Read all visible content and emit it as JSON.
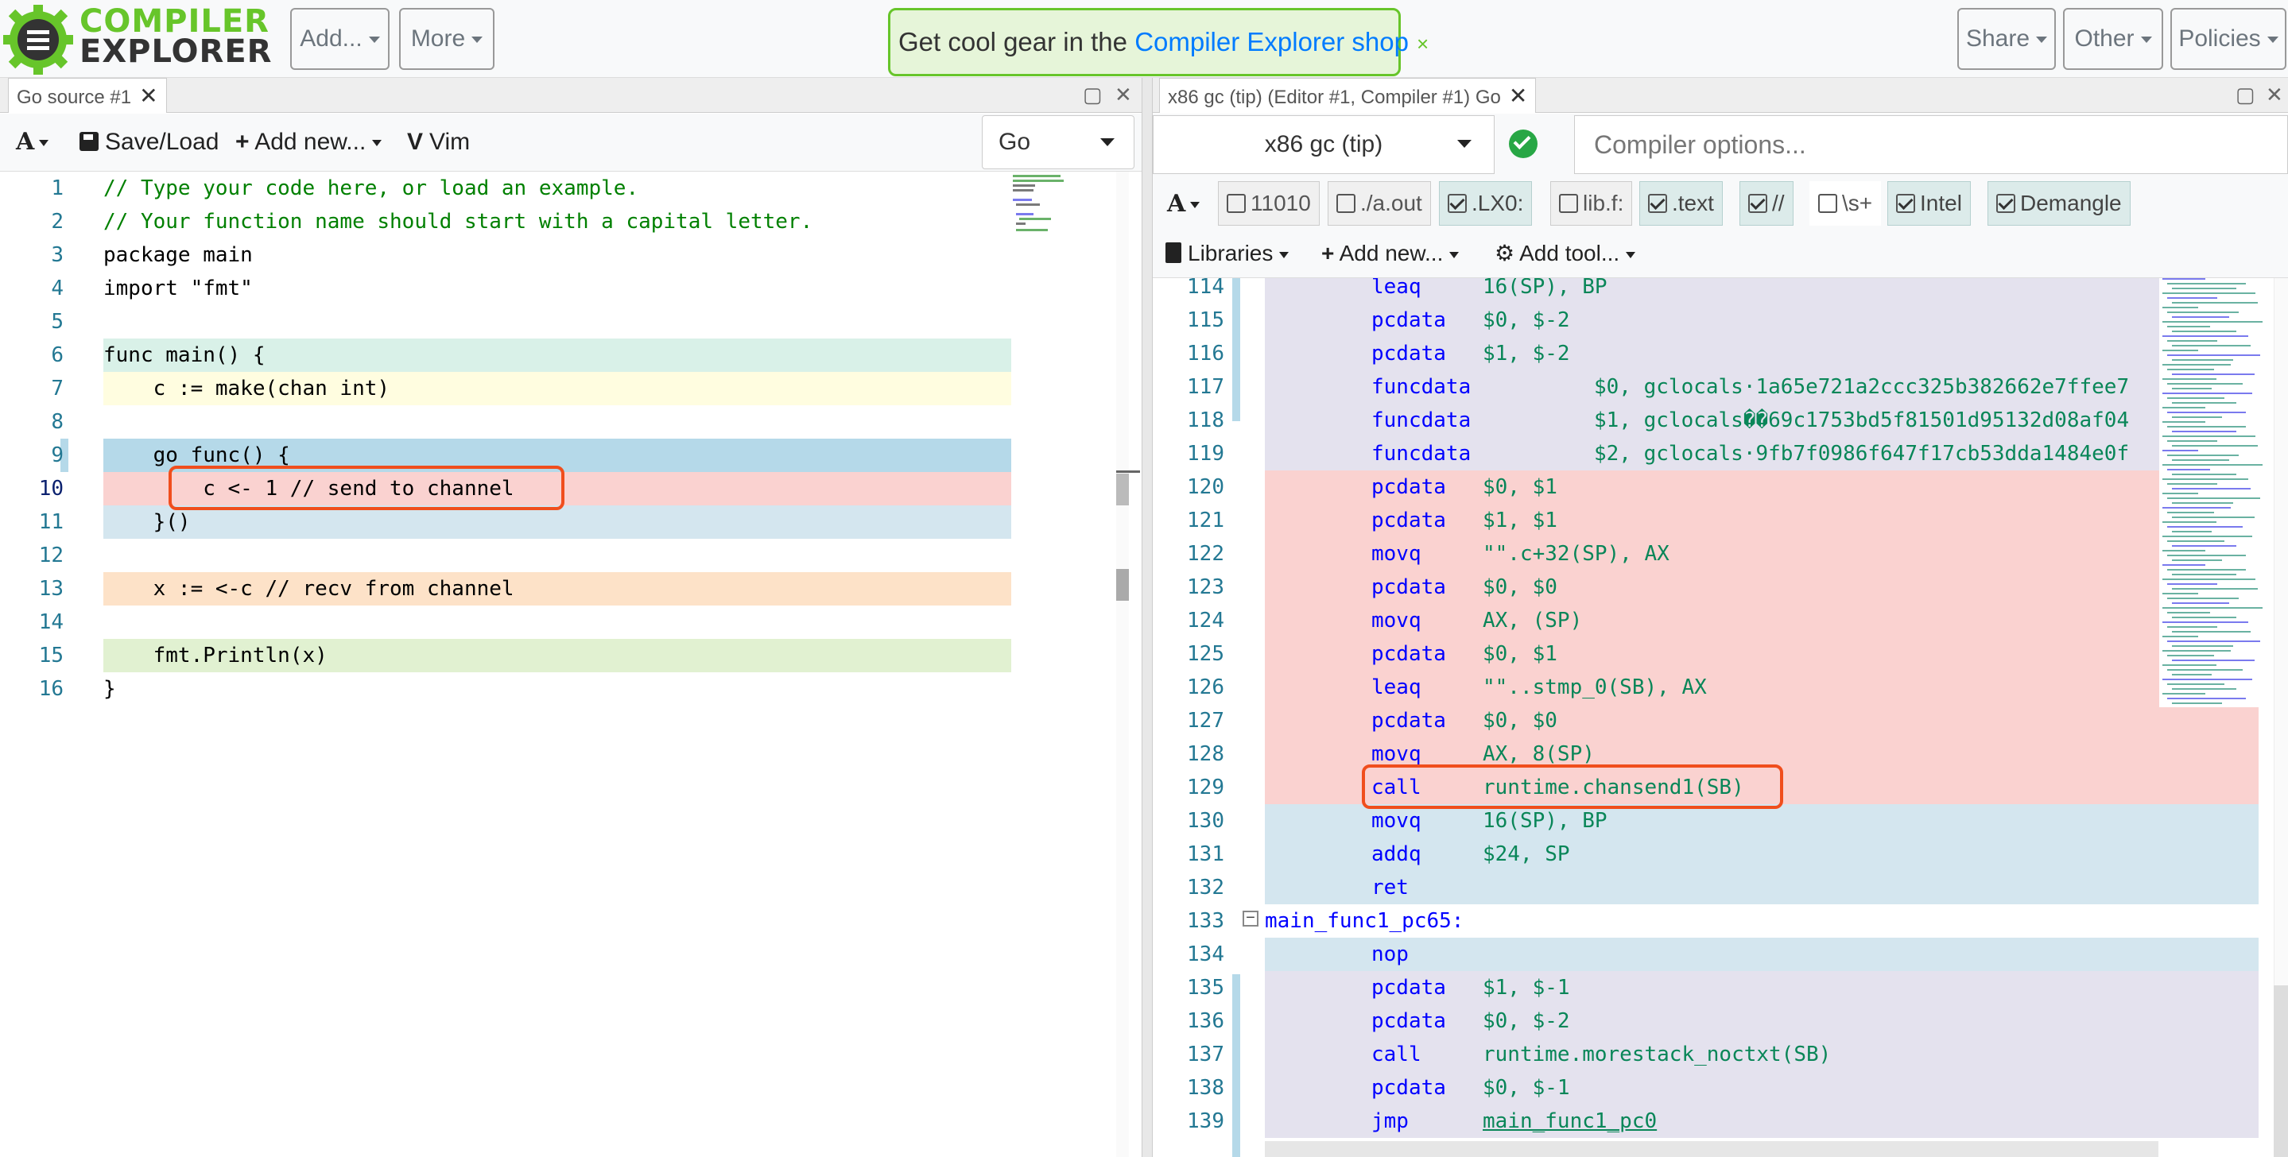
{
  "header": {
    "logo_line1": "COMPILER",
    "logo_line2": "EXPLORER",
    "add_label": "Add...",
    "more_label": "More",
    "shop_prefix": "Get cool gear in the ",
    "shop_link": "Compiler Explorer shop",
    "shop_close": "×",
    "share_label": "Share",
    "other_label": "Other",
    "policies_label": "Policies"
  },
  "source_pane": {
    "tab_title": "Go source #1",
    "tab_close": "✕",
    "font_label": "A",
    "save_load_label": "Save/Load",
    "add_new_label": "Add new...",
    "vim_label": "Vim",
    "language": "Go",
    "line_numbers": [
      "1",
      "2",
      "3",
      "4",
      "5",
      "6",
      "7",
      "8",
      "9",
      "10",
      "11",
      "12",
      "13",
      "14",
      "15",
      "16"
    ],
    "lines": [
      "// Type your code here, or load an example.",
      "// Your function name should start with a capital letter.",
      "package main",
      "import \"fmt\"",
      "",
      "func main() {",
      "    c := make(chan int)",
      "",
      "    go func() {",
      "        c <- 1 // send to channel",
      "    }()",
      "",
      "    x := <-c // recv from channel",
      "",
      "    fmt.Println(x)",
      "}"
    ]
  },
  "compiler_pane": {
    "tab_title": "x86 gc (tip) (Editor #1, Compiler #1) Go",
    "tab_close": "✕",
    "compiler_name": "x86 gc (tip)",
    "options_placeholder": "Compiler options...",
    "filters": [
      {
        "label": "11010",
        "checked": false
      },
      {
        "label": "./a.out",
        "checked": false
      },
      {
        "label": ".LX0:",
        "checked": true
      },
      {
        "label": "lib.f:",
        "checked": false
      },
      {
        "label": ".text",
        "checked": true
      },
      {
        "label": "//",
        "checked": true
      },
      {
        "label": "\\s+",
        "checked": false
      },
      {
        "label": "Intel",
        "checked": true
      },
      {
        "label": "Demangle",
        "checked": true
      }
    ],
    "libraries_label": "Libraries",
    "add_new_label": "Add new...",
    "add_tool_label": "Add tool...",
    "asm_lines": [
      {
        "n": "114",
        "op": "leaq",
        "args": "16(SP), BP"
      },
      {
        "n": "115",
        "op": "pcdata",
        "args": "$0, $-2"
      },
      {
        "n": "116",
        "op": "pcdata",
        "args": "$1, $-2"
      },
      {
        "n": "117",
        "op": "funcdata",
        "args": "$0, gclocals·1a65e721a2ccc325b382662e7ffee7"
      },
      {
        "n": "118",
        "op": "funcdata",
        "args": "$1, gclocals��69c1753bd5f81501d95132d08af04"
      },
      {
        "n": "119",
        "op": "funcdata",
        "args": "$2, gclocals·9fb7f0986f647f17cb53dda1484e0f"
      },
      {
        "n": "120",
        "op": "pcdata",
        "args": "$0, $1"
      },
      {
        "n": "121",
        "op": "pcdata",
        "args": "$1, $1"
      },
      {
        "n": "122",
        "op": "movq",
        "args": "\"\".c+32(SP), AX"
      },
      {
        "n": "123",
        "op": "pcdata",
        "args": "$0, $0"
      },
      {
        "n": "124",
        "op": "movq",
        "args": "AX, (SP)"
      },
      {
        "n": "125",
        "op": "pcdata",
        "args": "$0, $1"
      },
      {
        "n": "126",
        "op": "leaq",
        "args": "\"\"..stmp_0(SB), AX"
      },
      {
        "n": "127",
        "op": "pcdata",
        "args": "$0, $0"
      },
      {
        "n": "128",
        "op": "movq",
        "args": "AX, 8(SP)"
      },
      {
        "n": "129",
        "op": "call",
        "args": "runtime.chansend1(SB)"
      },
      {
        "n": "130",
        "op": "movq",
        "args": "16(SP), BP"
      },
      {
        "n": "131",
        "op": "addq",
        "args": "$24, SP"
      },
      {
        "n": "132",
        "op": "ret",
        "args": ""
      },
      {
        "n": "133",
        "op": "",
        "args": "",
        "label": "main_func1_pc65:"
      },
      {
        "n": "134",
        "op": "nop",
        "args": ""
      },
      {
        "n": "135",
        "op": "pcdata",
        "args": "$1, $-1"
      },
      {
        "n": "136",
        "op": "pcdata",
        "args": "$0, $-2"
      },
      {
        "n": "137",
        "op": "call",
        "args": "runtime.morestack_noctxt(SB)"
      },
      {
        "n": "138",
        "op": "pcdata",
        "args": "$0, $-1"
      },
      {
        "n": "139",
        "op": "jmp",
        "args": "",
        "link": "main_func1_pc0"
      }
    ]
  },
  "colors": {
    "brand_green": "#67c52a",
    "highlight_box": "#f04e1d",
    "line_green": "#d9f1e8",
    "line_yellow": "#fffde0",
    "line_blue": "#b5d9e9",
    "line_red": "#fad2d0",
    "line_lightblue": "#d4e6ef",
    "line_orange": "#fde2c8",
    "line_lime": "#e1f1d1",
    "line_lavender": "#e4e2ee"
  }
}
